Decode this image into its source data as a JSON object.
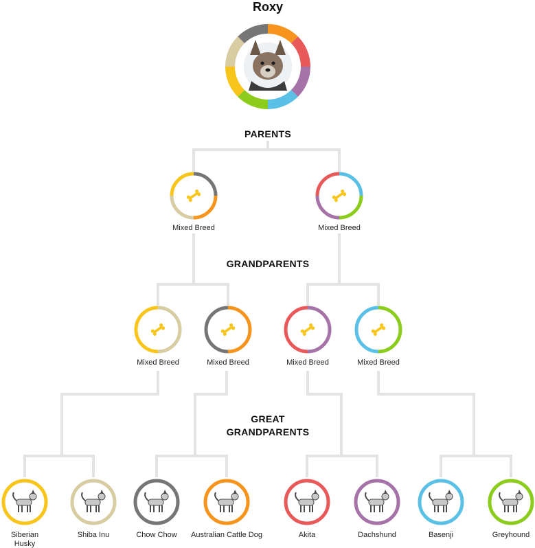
{
  "root": {
    "name": "Roxy",
    "ring_colors": [
      "#f7941d",
      "#e85a5a",
      "#a673a8",
      "#5bc0e6",
      "#8ccc1c",
      "#f8c51c",
      "#d8cca2",
      "#767676"
    ]
  },
  "sections": {
    "parents": "PARENTS",
    "grandparents": "GRANDPARENTS",
    "great_line1": "GREAT",
    "great_line2": "GRANDPARENTS"
  },
  "colors": {
    "connector": "#e3e3e3",
    "pattern_icon": "#f8c51c",
    "orange": "#f7941d",
    "red": "#e85a5a",
    "purple": "#a673a8",
    "blue": "#5bc0e6",
    "green": "#8ccc1c",
    "yellow": "#f8c51c",
    "tan": "#d8cca2",
    "gray": "#767676"
  },
  "parents": [
    {
      "label": "Mixed Breed",
      "icon": "dog-bone-icon",
      "ring_colors": [
        "#767676",
        "#f7941d",
        "#d8cca2",
        "#f8c51c"
      ]
    },
    {
      "label": "Mixed Breed",
      "icon": "dog-bone-icon",
      "ring_colors": [
        "#5bc0e6",
        "#8ccc1c",
        "#a673a8",
        "#e85a5a"
      ]
    }
  ],
  "grandparents": [
    {
      "label": "Mixed Breed",
      "icon": "dog-bone-icon",
      "ring_colors": [
        "#d8cca2",
        "#f8c51c"
      ]
    },
    {
      "label": "Mixed Breed",
      "icon": "dog-bone-icon",
      "ring_colors": [
        "#f7941d",
        "#767676"
      ]
    },
    {
      "label": "Mixed Breed",
      "icon": "dog-bone-icon",
      "ring_colors": [
        "#a673a8",
        "#e85a5a"
      ]
    },
    {
      "label": "Mixed Breed",
      "icon": "dog-bone-icon",
      "ring_colors": [
        "#8ccc1c",
        "#5bc0e6"
      ]
    }
  ],
  "great_grandparents": [
    {
      "label1": "Siberian",
      "label2": "Husky",
      "color": "#f8c51c",
      "icon": "siberian-husky-icon"
    },
    {
      "label1": "Shiba Inu",
      "label2": "",
      "color": "#d8cca2",
      "icon": "shiba-inu-icon"
    },
    {
      "label1": "Chow Chow",
      "label2": "",
      "color": "#767676",
      "icon": "chow-chow-icon"
    },
    {
      "label1": "Australian Cattle Dog",
      "label2": "",
      "color": "#f7941d",
      "icon": "australian-cattle-dog-icon"
    },
    {
      "label1": "Akita",
      "label2": "",
      "color": "#e85a5a",
      "icon": "akita-icon"
    },
    {
      "label1": "Dachshund",
      "label2": "",
      "color": "#a673a8",
      "icon": "dachshund-icon"
    },
    {
      "label1": "Basenji",
      "label2": "",
      "color": "#5bc0e6",
      "icon": "basenji-icon"
    },
    {
      "label1": "Greyhound",
      "label2": "",
      "color": "#8ccc1c",
      "icon": "greyhound-icon"
    }
  ]
}
